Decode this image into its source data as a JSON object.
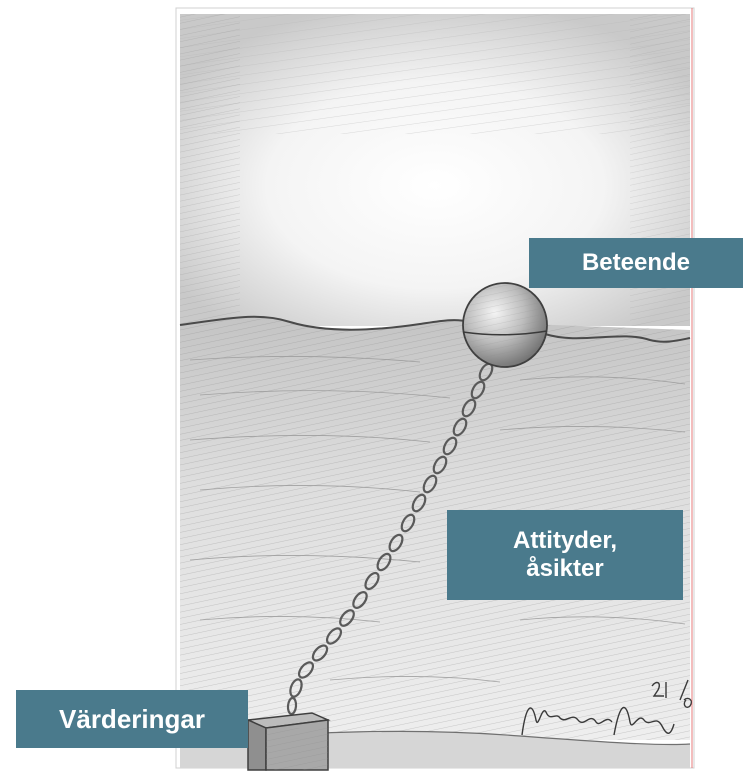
{
  "colors": {
    "accent": "#4a7a8c",
    "label_text": "#ffffff",
    "pencil": "#5a5a5a"
  },
  "labels": {
    "behavior": "Beteende",
    "attitudes_line1": "Attityder,",
    "attitudes_line2": "åsikter",
    "values": "Värderingar"
  },
  "signature": {
    "name": "Alexandra Alberg",
    "date": "21/6"
  }
}
